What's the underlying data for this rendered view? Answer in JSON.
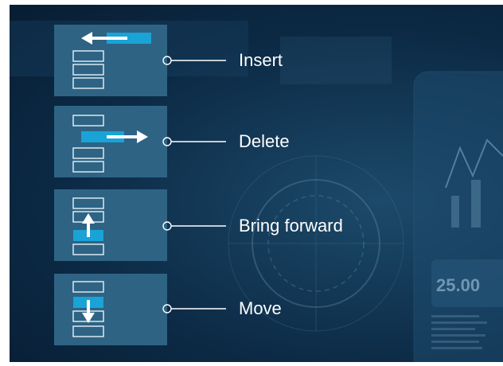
{
  "steps": [
    {
      "id": "insert",
      "label": "Insert",
      "icon": "insert-icon"
    },
    {
      "id": "delete",
      "label": "Delete",
      "icon": "delete-icon"
    },
    {
      "id": "bring-forward",
      "label": "Bring forward",
      "icon": "bring-forward-icon"
    },
    {
      "id": "move",
      "label": "Move",
      "icon": "move-icon"
    }
  ],
  "background": {
    "readout": "25.00"
  },
  "colors": {
    "tile": "#2e6384",
    "accent": "#19a3d6",
    "outline": "#e6f2f8",
    "label": "#ffffff"
  }
}
